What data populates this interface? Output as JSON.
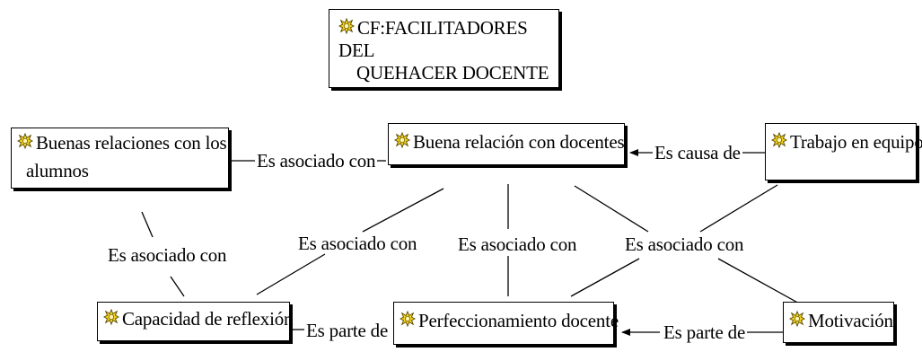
{
  "diagram": {
    "title": {
      "line1": "CF:FACILITADORES DEL",
      "line2": "QUEHACER DOCENTE",
      "icon": "concept-icon"
    },
    "nodes": {
      "buenas_relaciones_alumnos": {
        "line1": "Buenas relaciones con los",
        "line2": "alumnos",
        "icon": "concept-icon"
      },
      "buena_relacion_docentes": {
        "text": "Buena relación con docentes",
        "icon": "concept-icon"
      },
      "trabajo_equipo": {
        "text": "Trabajo en equipo",
        "icon": "concept-icon"
      },
      "capacidad_reflexion": {
        "text": "Capacidad de reflexión",
        "icon": "concept-icon"
      },
      "perfeccionamiento_docente": {
        "text": "Perfeccionamiento docente",
        "icon": "concept-icon"
      },
      "motivacion": {
        "text": "Motivación",
        "icon": "concept-icon"
      }
    },
    "links": {
      "asociado_alumnos_docentes": "Es asociado con",
      "causa_trabajo_docentes": "Es causa de",
      "asociado_alumnos_capacidad": "Es asociado con",
      "asociado_docentes_capacidad": "Es asociado con",
      "asociado_docentes_perfeccionamiento": "Es asociado con",
      "asociado_trabajo_motivacion": "Es asociado con",
      "parte_capacidad_perfeccionamiento": "Es parte de",
      "parte_motivacion_perfeccionamiento": "Es parte de"
    },
    "colors": {
      "icon_fill": "#f2d21b",
      "icon_stroke": "#5a4a00",
      "line": "#000000"
    }
  }
}
